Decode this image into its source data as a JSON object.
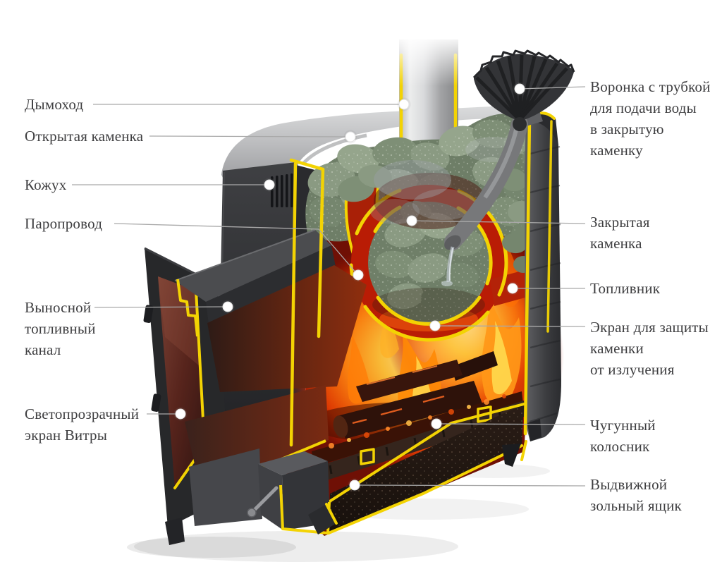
{
  "diagram": {
    "type": "stove-cutaway",
    "background": "#ffffff",
    "palette": {
      "cut_edge": "#f3d303",
      "body": "#2c2d30",
      "stones": "#7e8f76",
      "fire": "#ff8410",
      "leader_line": "#a9a9a9",
      "label_text": "#3e3e40"
    }
  },
  "callouts": {
    "left": [
      {
        "id": "chimney",
        "lines": [
          "Дымоход"
        ]
      },
      {
        "id": "open-heater",
        "lines": [
          "Открытая каменка"
        ]
      },
      {
        "id": "casing",
        "lines": [
          "Кожух"
        ]
      },
      {
        "id": "steam-pipe",
        "lines": [
          "Паропровод"
        ]
      },
      {
        "id": "remote-fuel-channel",
        "lines": [
          "Выносной",
          "топливный",
          "канал"
        ]
      },
      {
        "id": "vitra-screen",
        "lines": [
          "Светопрозрачный",
          "экран Витры"
        ]
      }
    ],
    "right": [
      {
        "id": "water-funnel",
        "lines": [
          "Воронка с трубкой",
          "для подачи воды",
          "в закрытую",
          "каменку"
        ]
      },
      {
        "id": "closed-heater",
        "lines": [
          "Закрытая",
          "каменка"
        ]
      },
      {
        "id": "firebox",
        "lines": [
          "Топливник"
        ]
      },
      {
        "id": "heater-shield",
        "lines": [
          "Экран для защиты",
          "каменки",
          "от излучения"
        ]
      },
      {
        "id": "cast-iron-grate",
        "lines": [
          "Чугунный",
          "колосник"
        ]
      },
      {
        "id": "ash-drawer",
        "lines": [
          "Выдвижной",
          "зольный ящик"
        ]
      }
    ]
  }
}
